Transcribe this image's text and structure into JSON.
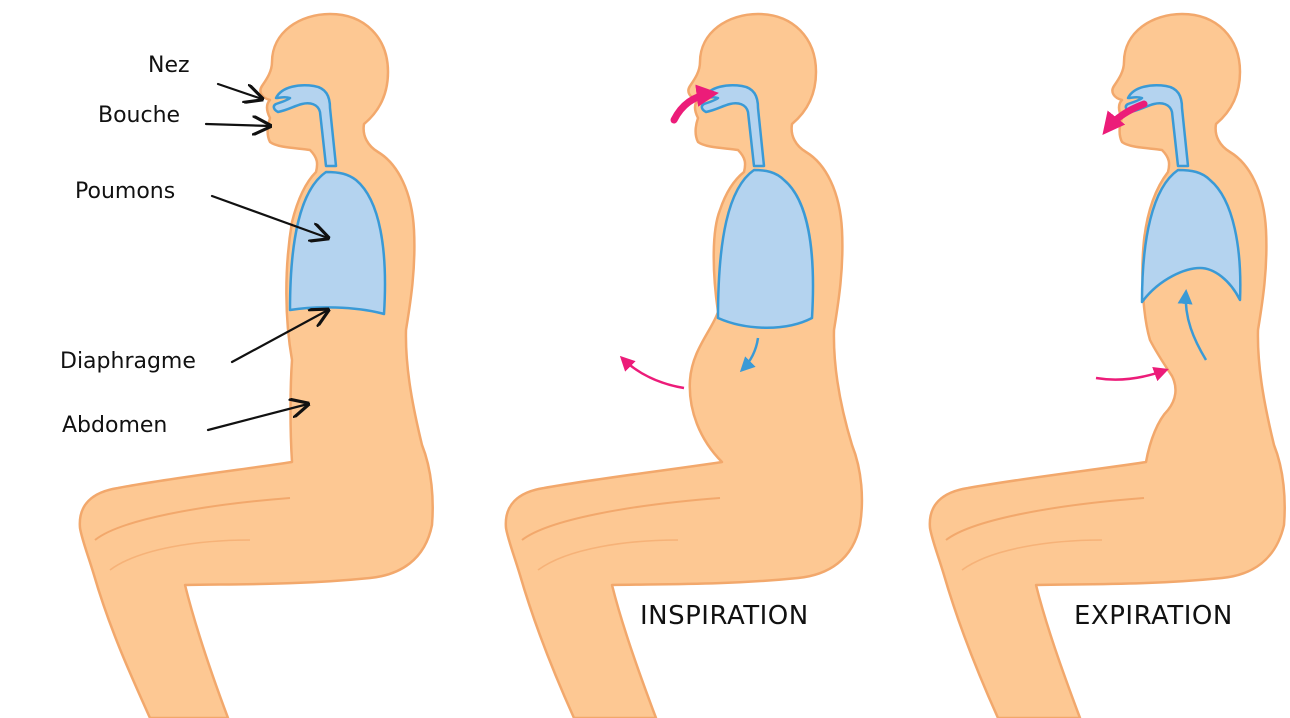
{
  "colors": {
    "skin": "#fdc893",
    "skin_outline": "#f2a86c",
    "organ_fill": "#b4d3ef",
    "organ_outline": "#3a9ad6",
    "air_arrow": "#ec1c79",
    "motion_arrow": "#3a9ad6",
    "label_text": "#111111"
  },
  "labels": {
    "nose": "Nez",
    "mouth": "Bouche",
    "lungs": "Poumons",
    "diaphragm": "Diaphragme",
    "abdomen": "Abdomen"
  },
  "figures": [
    {
      "id": "anatomy",
      "caption": ""
    },
    {
      "id": "inspiration",
      "caption": "INSPIRATION"
    },
    {
      "id": "expiration",
      "caption": "EXPIRATION"
    }
  ],
  "icons": {
    "air_in": "pink-curved-arrow-in",
    "air_out": "pink-curved-arrow-out",
    "diaphragm_down": "blue-arrow-down",
    "diaphragm_up": "blue-arrow-up",
    "belly_out": "pink-arrow-outward",
    "belly_in": "pink-arrow-inward"
  }
}
